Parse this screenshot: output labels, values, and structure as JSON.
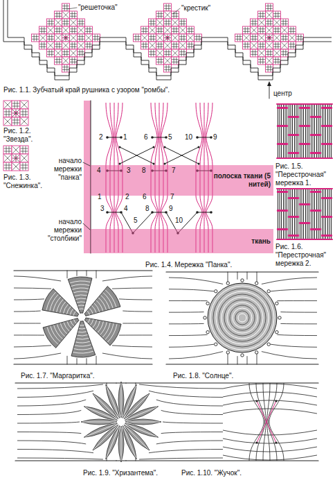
{
  "diagram": {
    "nodes": [
      {
        "text": [
          "полоска ткани (5 нитей)"
        ]
      },
      {
        "text": [
          "ткань"
        ]
      }
    ],
    "labels": [
      "\"решеточка\"",
      "\"крестик\"",
      "Рис. 1.1. Зубчатый край рушника с узором \"ромбы\".",
      "центр",
      "Рис. 1.2. \"Звезда\".",
      "Рис. 1.3. \"Снежинка\".",
      "начало мережки \"панка\"",
      "начало мережки \"столбики\"",
      "2",
      "1",
      "6",
      "5",
      "10",
      "9",
      "4",
      "3",
      "8",
      "7",
      "1",
      "2",
      "6",
      "7",
      "3",
      "4",
      "8",
      "9",
      "5",
      "10",
      "Рис. 1.4. Мережка \"Панка\".",
      "Рис. 1.5. \"Перестрочная\" мережка 1.",
      "Рис. 1.6. \"Перестрочная\" мережка 2.",
      "Рис. 1.7. \"Маргаритка\".",
      "Рис. 1.8. \"Солнце\".",
      "Рис. 1.9. \"Хризантема\".",
      "Рис. 1.10. \"Жучок\"."
    ]
  }
}
